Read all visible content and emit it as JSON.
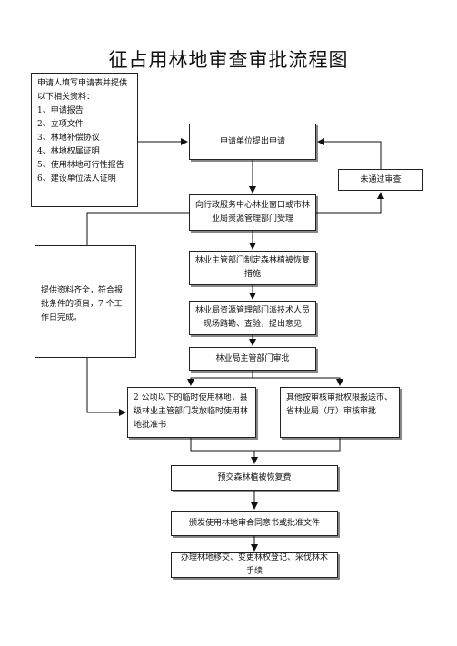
{
  "title": "征占用林地审查审批流程图",
  "materials": {
    "heading": "申请人填写申请表并提供以下相关资料：",
    "items": [
      "1、申请报告",
      "2、立项文件",
      "3、林地补偿协议",
      "4、林地权属证明",
      "5、使用林地可行性报告",
      "6、建设单位法人证明"
    ]
  },
  "steps": {
    "apply": "申请单位提出申请",
    "reject": "未通过审查",
    "accept": "向行政服务中心林业窗口或市林业局资源管理部门受理",
    "plan": "林业主管部门制定森林植被恢复措施",
    "survey": "林业局资源管理部门派技术人员现场踏勘、查验，提出意见",
    "review": "林业局主管部门审批",
    "county": "2 公顷以下的临时使用林地，县级林业主管部门发放临时使用林地批准书",
    "city": "其他按审核审批权限报送市、省林业局（厅）审核审批",
    "fee": "预交森林植被恢复费",
    "issue": "颁发使用林地审合同意书或批准文件",
    "handle": "办理林地移交、变更林权登记、采伐林木手续"
  },
  "note": "提供资料齐全，符合报批条件的项目，7 个工作日完成。"
}
